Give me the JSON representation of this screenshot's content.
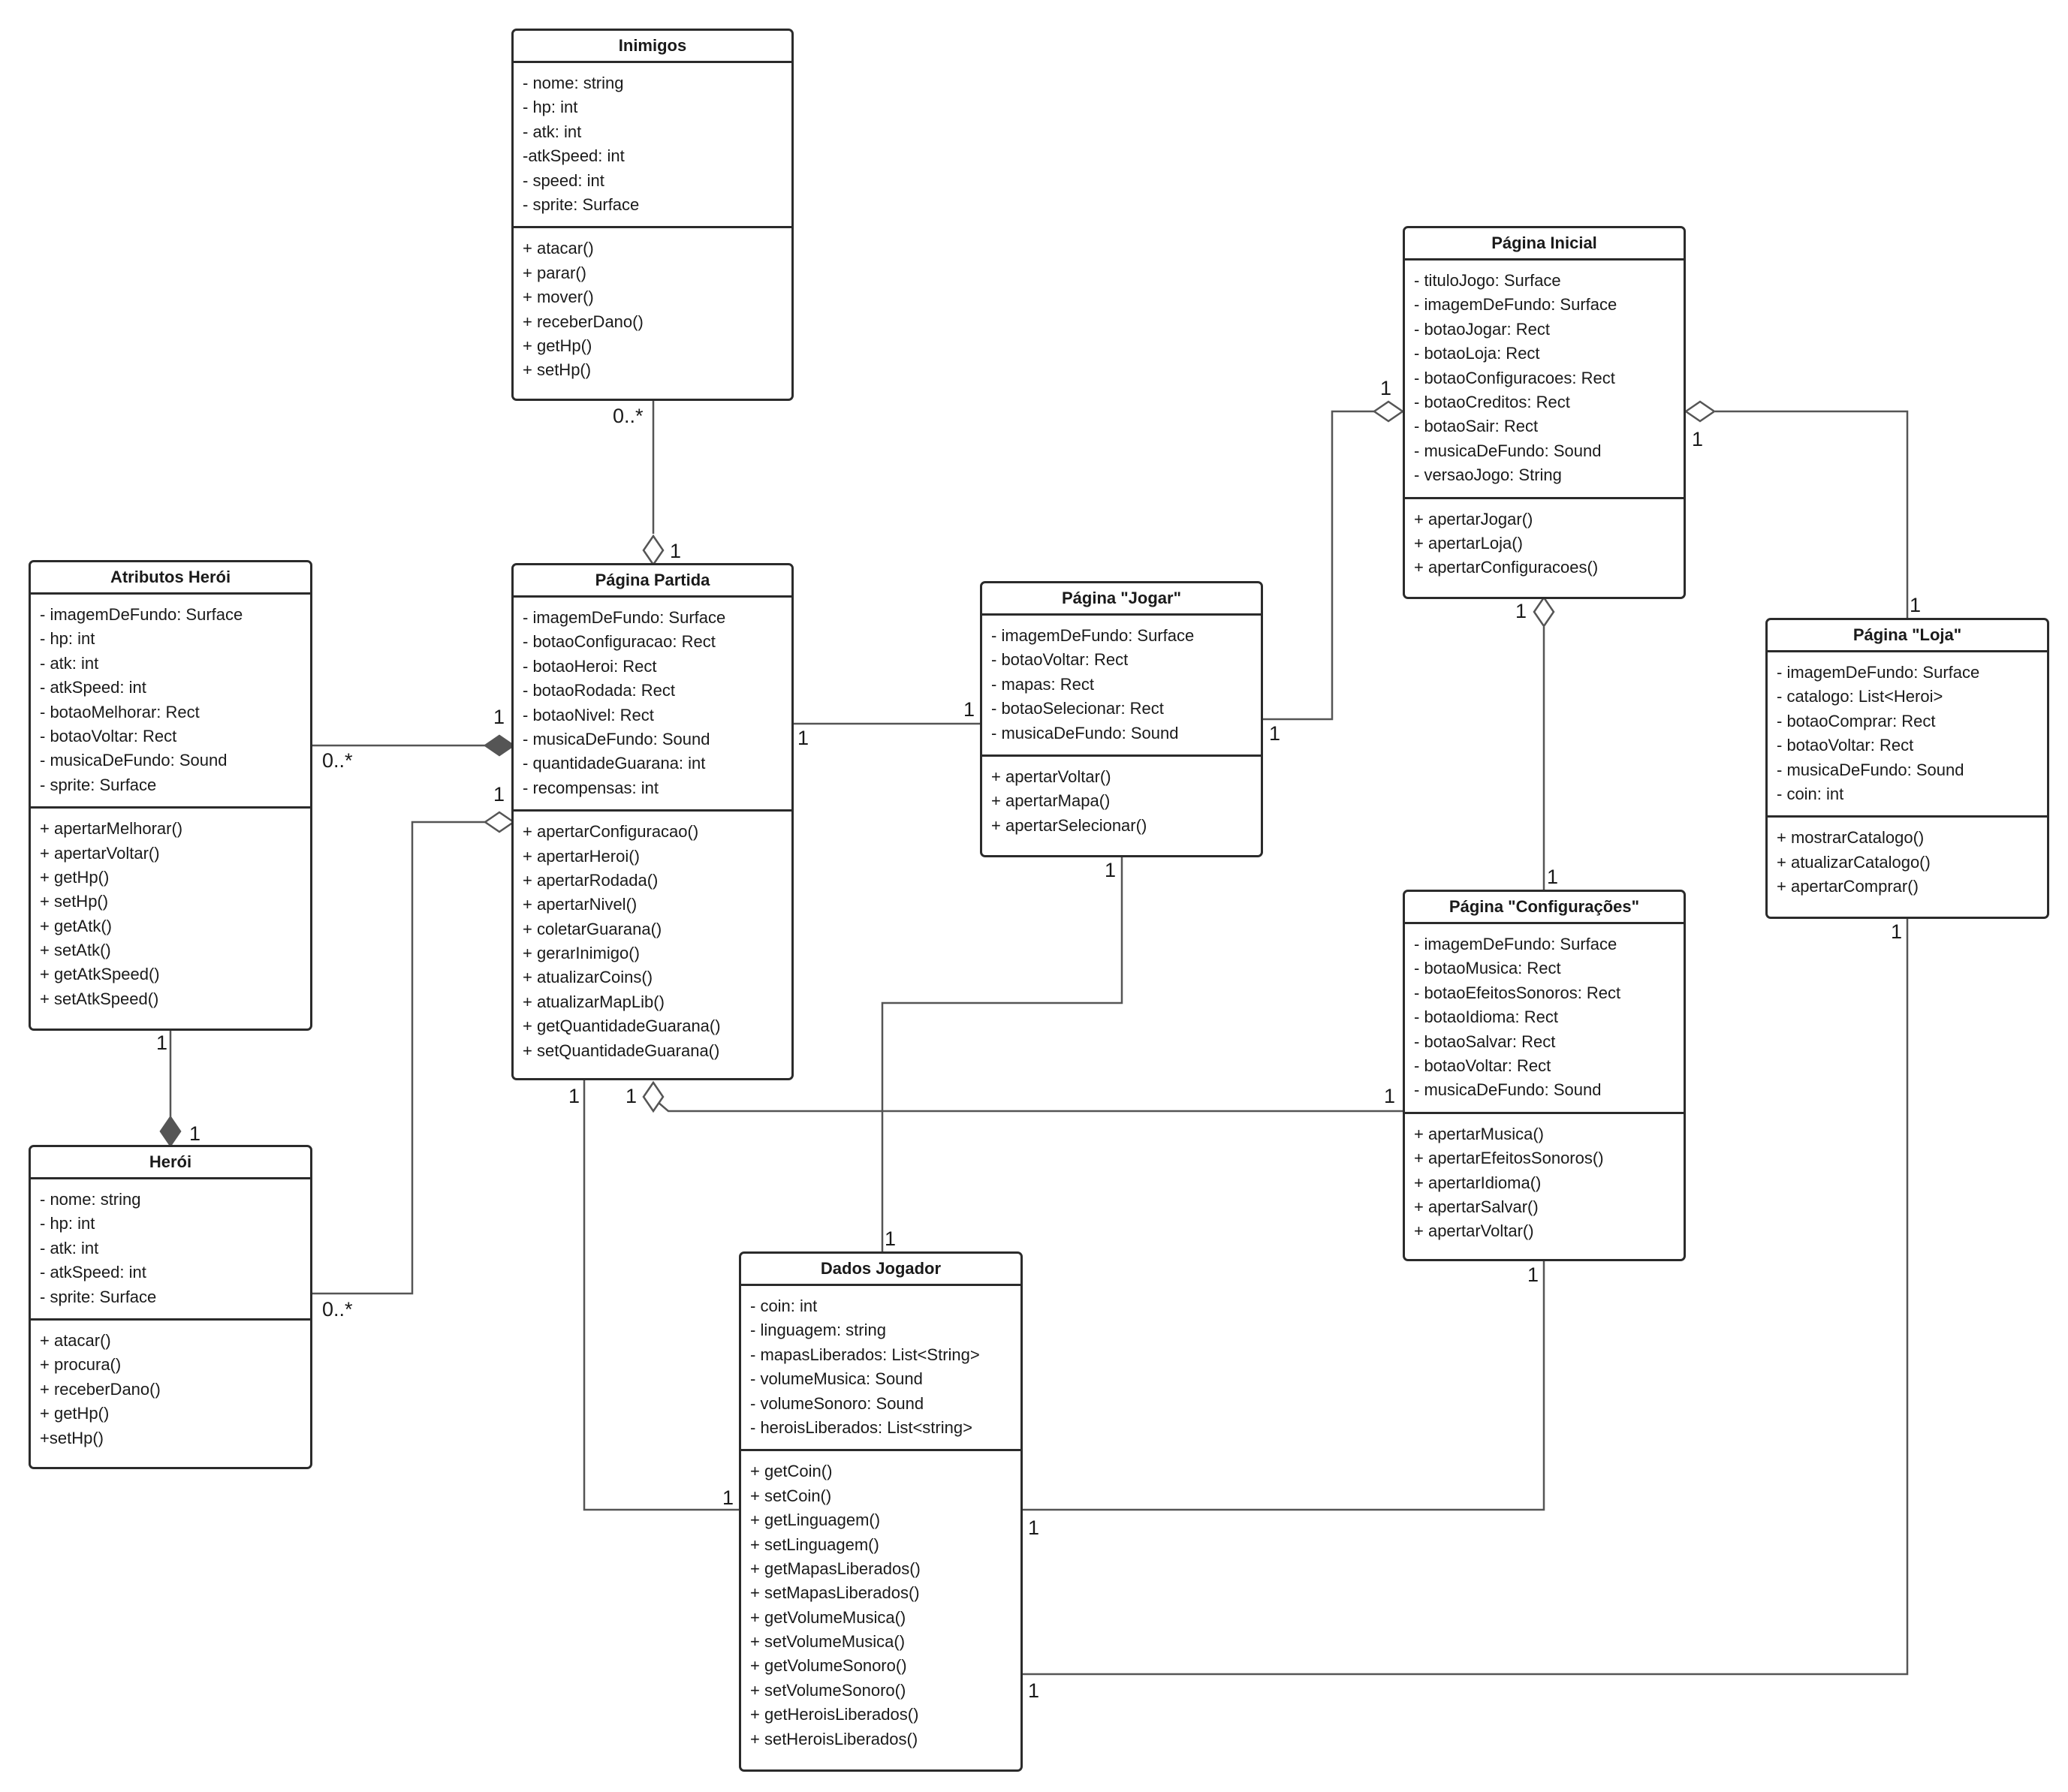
{
  "classes": {
    "inimigos": {
      "name": "Inimigos",
      "attributes": [
        "- nome: string",
        "- hp: int",
        "- atk: int",
        "-atkSpeed: int",
        "- speed: int",
        "- sprite: Surface"
      ],
      "methods": [
        "+ atacar()",
        "+ parar()",
        "+ mover()",
        "+ receberDano()",
        "+ getHp()",
        "+ setHp()"
      ]
    },
    "atributos_heroi": {
      "name": "Atributos Herói",
      "attributes": [
        "- imagemDeFundo: Surface",
        "- hp: int",
        "- atk: int",
        "- atkSpeed: int",
        "- botaoMelhorar: Rect",
        "- botaoVoltar: Rect",
        "- musicaDeFundo: Sound",
        "- sprite: Surface"
      ],
      "methods": [
        "+ apertarMelhorar()",
        "+ apertarVoltar()",
        "+ getHp()",
        "+ setHp()",
        "+ getAtk()",
        "+ setAtk()",
        "+ getAtkSpeed()",
        "+ setAtkSpeed()"
      ]
    },
    "heroi": {
      "name": "Herói",
      "attributes": [
        "- nome: string",
        "- hp: int",
        "- atk: int",
        "- atkSpeed: int",
        "- sprite: Surface"
      ],
      "methods": [
        "+ atacar()",
        "+ procura()",
        "+ receberDano()",
        "+ getHp()",
        "+setHp()"
      ]
    },
    "pagina_partida": {
      "name": "Página Partida",
      "attributes": [
        "- imagemDeFundo: Surface",
        "- botaoConfiguracao: Rect",
        "- botaoHeroi: Rect",
        "- botaoRodada: Rect",
        "- botaoNivel: Rect",
        "- musicaDeFundo: Sound",
        "- quantidadeGuarana: int",
        "- recompensas: int"
      ],
      "methods": [
        "+ apertarConfiguracao()",
        "+ apertarHeroi()",
        "+ apertarRodada()",
        "+ apertarNivel()",
        "+ coletarGuarana()",
        "+ gerarInimigo()",
        "+ atualizarCoins()",
        "+ atualizarMapLib()",
        "+ getQuantidadeGuarana()",
        "+ setQuantidadeGuarana()"
      ]
    },
    "pagina_jogar": {
      "name": "Página \"Jogar\"",
      "attributes": [
        "- imagemDeFundo: Surface",
        "- botaoVoltar: Rect",
        "- mapas: Rect",
        "- botaoSelecionar: Rect",
        "- musicaDeFundo: Sound"
      ],
      "methods": [
        "+ apertarVoltar()",
        "+ apertarMapa()",
        "+ apertarSelecionar()"
      ]
    },
    "pagina_inicial": {
      "name": "Página Inicial",
      "attributes": [
        "- tituloJogo: Surface",
        "- imagemDeFundo: Surface",
        "- botaoJogar: Rect",
        "- botaoLoja: Rect",
        "- botaoConfiguracoes: Rect",
        "- botaoCreditos: Rect",
        "- botaoSair: Rect",
        "- musicaDeFundo: Sound",
        "- versaoJogo: String"
      ],
      "methods": [
        "+ apertarJogar()",
        "+ apertarLoja()",
        "+ apertarConfiguracoes()"
      ]
    },
    "pagina_loja": {
      "name": "Página \"Loja\"",
      "attributes": [
        "- imagemDeFundo: Surface",
        "- catalogo: List<Heroi>",
        "- botaoComprar: Rect",
        "- botaoVoltar: Rect",
        "- musicaDeFundo: Sound",
        "- coin: int"
      ],
      "methods": [
        "+ mostrarCatalogo()",
        "+ atualizarCatalogo()",
        "+ apertarComprar()"
      ]
    },
    "pagina_configuracoes": {
      "name": "Página \"Configurações\"",
      "attributes": [
        "- imagemDeFundo: Surface",
        "- botaoMusica: Rect",
        "- botaoEfeitosSonoros: Rect",
        "- botaoIdioma: Rect",
        "- botaoSalvar: Rect",
        "- botaoVoltar: Rect",
        "- musicaDeFundo: Sound"
      ],
      "methods": [
        "+ apertarMusica()",
        "+ apertarEfeitosSonoros()",
        "+ apertarIdioma()",
        "+ apertarSalvar()",
        "+ apertarVoltar()"
      ]
    },
    "dados_jogador": {
      "name": "Dados Jogador",
      "attributes": [
        "- coin: int",
        "- linguagem: string",
        "- mapasLiberados: List<String>",
        "- volumeMusica: Sound",
        "- volumeSonoro: Sound",
        "- heroisLiberados: List<string>"
      ],
      "methods": [
        "+ getCoin()",
        "+ setCoin()",
        "+ getLinguagem()",
        "+ setLinguagem()",
        "+ getMapasLiberados()",
        "+ setMapasLiberados()",
        "+ getVolumeMusica()",
        "+ setVolumeMusica()",
        "+ getVolumeSonoro()",
        "+ setVolumeSonoro()",
        "+ getHeroisLiberados()",
        "+ setHeroisLiberados()"
      ]
    }
  },
  "relationships": [
    {
      "from": "inimigos",
      "to": "pagina_partida",
      "kind": "aggregation",
      "mult_from": "0..*",
      "mult_to": "1"
    },
    {
      "from": "atributos_heroi",
      "to": "pagina_partida",
      "kind": "composition",
      "mult_from": "0..*",
      "mult_to": "1"
    },
    {
      "from": "heroi",
      "to": "pagina_partida",
      "kind": "aggregation",
      "mult_from": "0..*",
      "mult_to": "1"
    },
    {
      "from": "atributos_heroi",
      "to": "heroi",
      "kind": "composition",
      "mult_from": "1",
      "mult_to": "1"
    },
    {
      "from": "pagina_partida",
      "to": "pagina_jogar",
      "kind": "association",
      "mult_from": "1",
      "mult_to": "1"
    },
    {
      "from": "pagina_jogar",
      "to": "pagina_inicial",
      "kind": "aggregation",
      "mult_from": "1",
      "mult_to": "1"
    },
    {
      "from": "pagina_loja",
      "to": "pagina_inicial",
      "kind": "aggregation",
      "mult_from": "1",
      "mult_to": "1"
    },
    {
      "from": "pagina_configuracoes",
      "to": "pagina_inicial",
      "kind": "aggregation",
      "mult_from": "1",
      "mult_to": "1"
    },
    {
      "from": "pagina_configuracoes",
      "to": "pagina_partida",
      "kind": "aggregation",
      "mult_from": "1",
      "mult_to": "1"
    },
    {
      "from": "pagina_partida",
      "to": "dados_jogador",
      "kind": "association",
      "mult_from": "1",
      "mult_to": "1"
    },
    {
      "from": "pagina_jogar",
      "to": "dados_jogador",
      "kind": "association",
      "mult_from": "1",
      "mult_to": "1"
    },
    {
      "from": "pagina_configuracoes",
      "to": "dados_jogador",
      "kind": "association",
      "mult_from": "1",
      "mult_to": "1"
    },
    {
      "from": "pagina_loja",
      "to": "dados_jogador",
      "kind": "association",
      "mult_from": "1",
      "mult_to": "1"
    }
  ]
}
